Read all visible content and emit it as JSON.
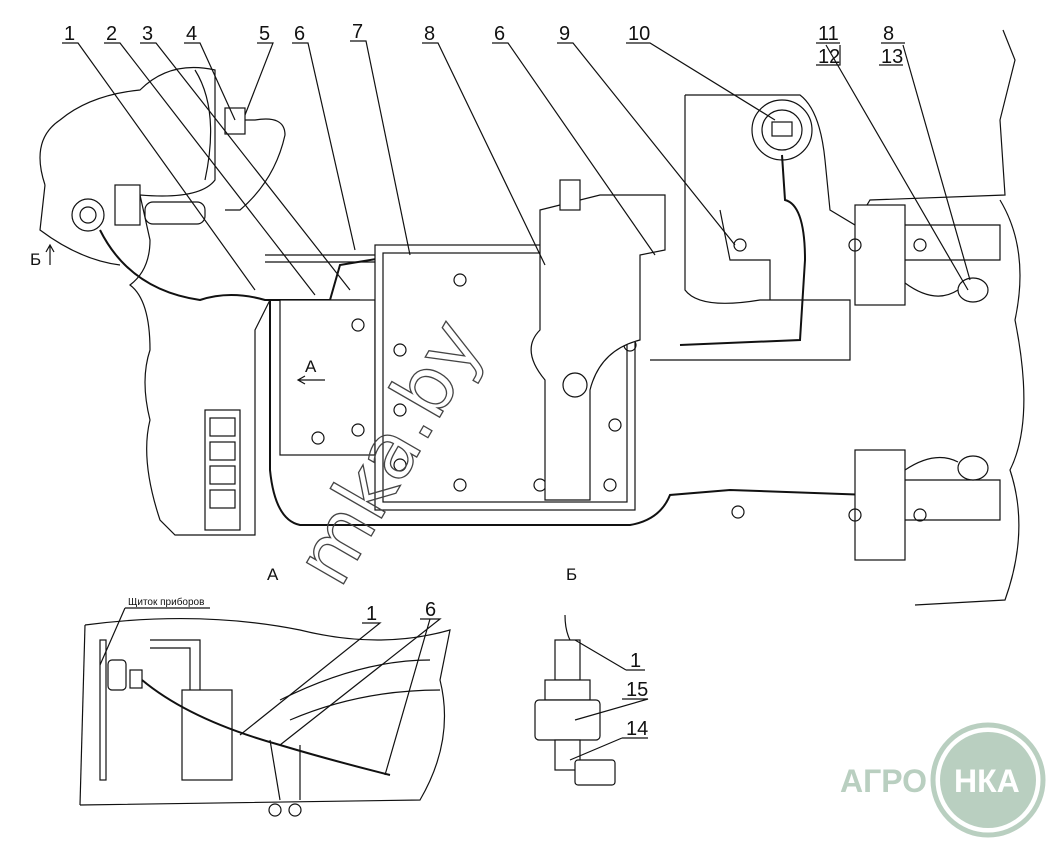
{
  "callouts_top": [
    "1",
    "2",
    "3",
    "4",
    "5",
    "6",
    "7",
    "8",
    "6",
    "9",
    "10",
    "11",
    "12",
    "8",
    "13"
  ],
  "view_markers": {
    "b_arrow": "Б",
    "a_arrow": "А"
  },
  "view_titles": {
    "view_a": "А",
    "view_b": "Б"
  },
  "view_a_callouts": {
    "panel_label": "Щиток приборов",
    "c1": "1",
    "c6": "6"
  },
  "view_b_callouts": {
    "c1": "1",
    "c15": "15",
    "c14": "14"
  },
  "watermark": "mka.by",
  "logo": {
    "left": "АГРО",
    "right": "НКА",
    "color": "#b9cfc0"
  }
}
